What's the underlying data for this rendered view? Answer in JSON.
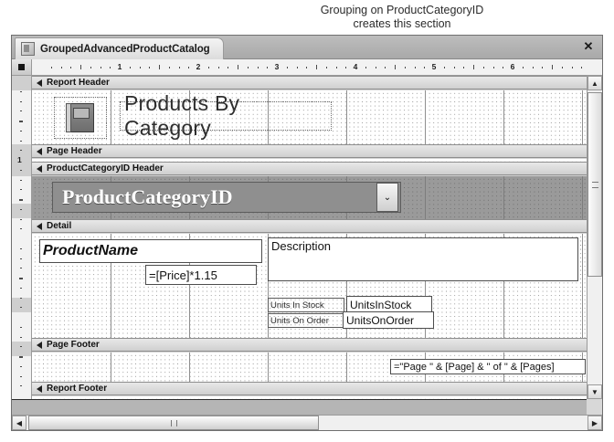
{
  "annotation": {
    "line1": "Grouping on ProductCategoryID",
    "line2": "creates this section"
  },
  "window": {
    "tab_title": "GroupedAdvancedProductCatalog",
    "close_label": "✕",
    "tab_icon": "document-icon"
  },
  "rulers": {
    "horizontal_numbers": [
      "1",
      "2",
      "3",
      "4",
      "5",
      "6"
    ],
    "vertical_numbers": [
      "1"
    ]
  },
  "sections": {
    "report_header": {
      "label": "Report Header"
    },
    "page_header": {
      "label": "Page Header"
    },
    "group_header": {
      "label": "ProductCategoryID Header"
    },
    "detail": {
      "label": "Detail"
    },
    "page_footer": {
      "label": "Page Footer"
    },
    "report_footer": {
      "label": "Report Footer"
    }
  },
  "controls": {
    "report_title": "Products By Category",
    "report_image_name": "picture-placeholder",
    "group_field": "ProductCategoryID",
    "group_dropdown_glyph": "⌄",
    "product_name": "ProductName",
    "price_expression": "=[Price]*1.15",
    "description": "Description",
    "units_in_stock_label": "Units In Stock",
    "units_in_stock_field": "UnitsInStock",
    "units_on_order_label": "Units On Order",
    "units_on_order_field": "UnitsOnOrder",
    "page_expression": "=\"Page \" & [Page] & \" of \" & [Pages]"
  },
  "scrollbars": {
    "up_glyph": "▲",
    "down_glyph": "▼",
    "left_glyph": "◀",
    "right_glyph": "▶"
  },
  "colors": {
    "group_header_fill": "#8f8f8f",
    "canvas": "#ffffff",
    "frame": "#d8d8d8"
  }
}
